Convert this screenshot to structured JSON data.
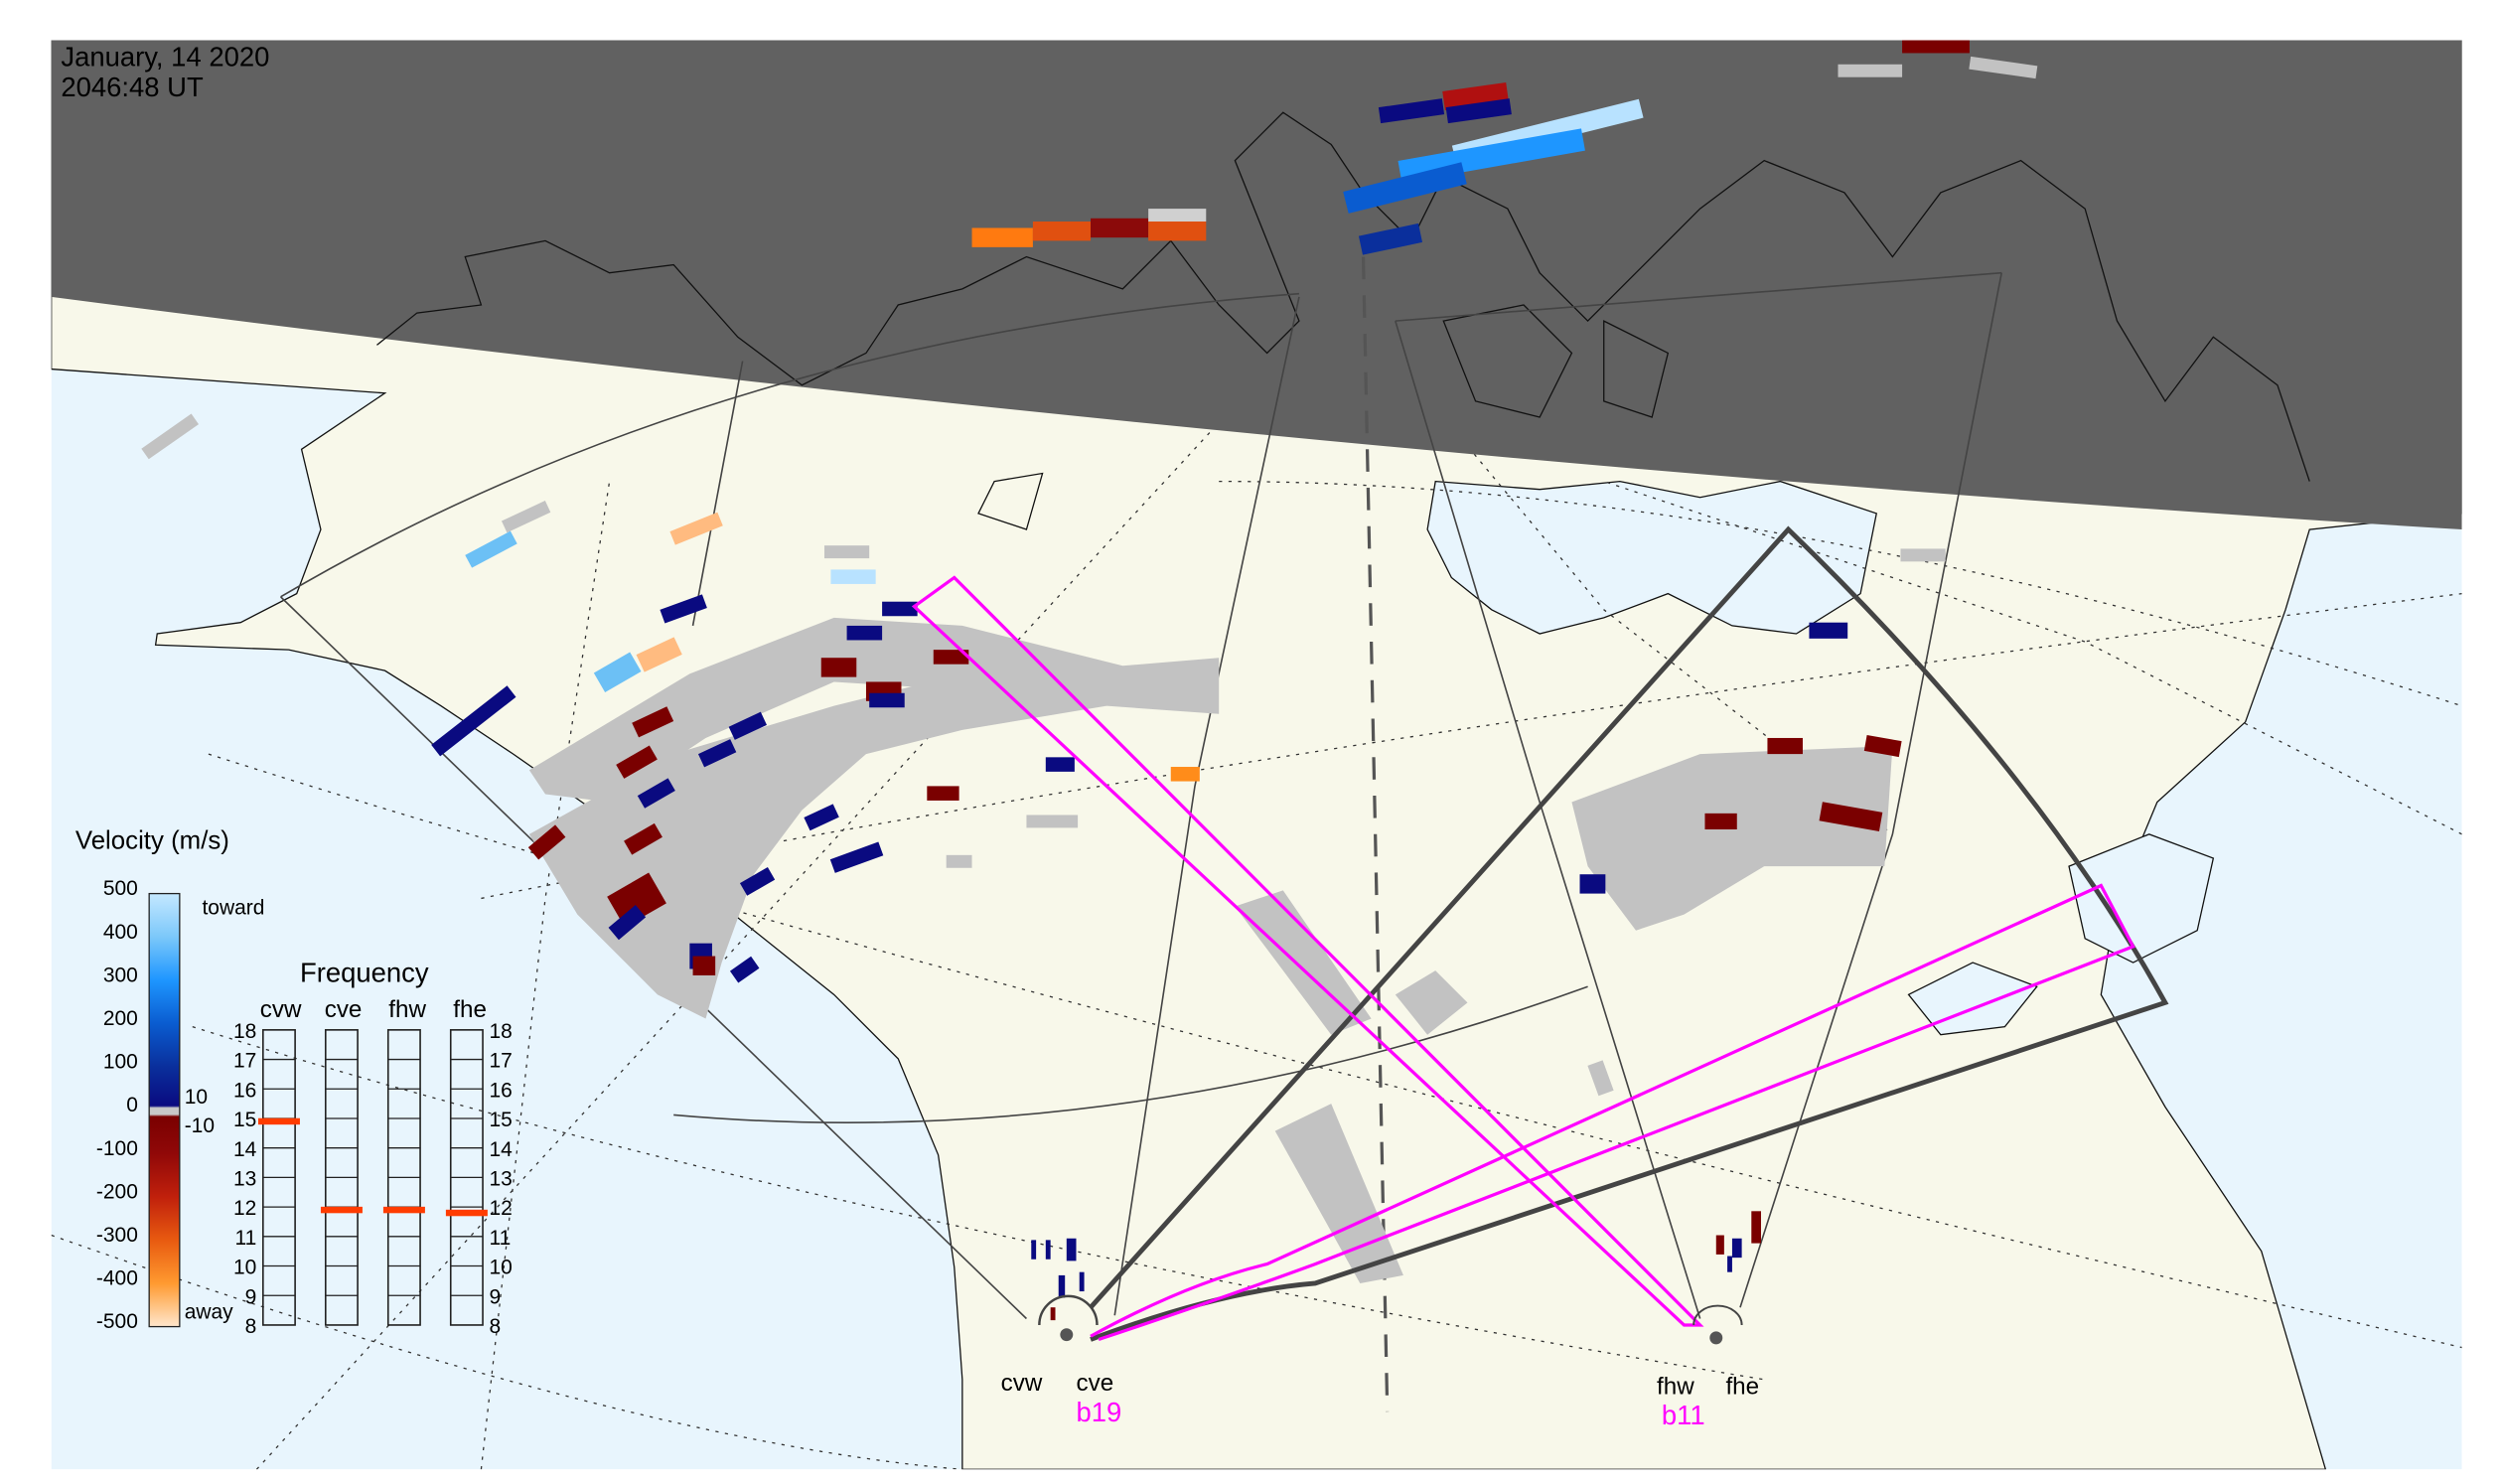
{
  "header": {
    "date": "January, 14 2020",
    "time": "2046:48 UT"
  },
  "velocity_legend": {
    "title": "Velocity (m/s)",
    "ticks": [
      "500",
      "400",
      "300",
      "200",
      "100",
      "0",
      "-100",
      "-200",
      "-300",
      "-400",
      "-500"
    ],
    "toward_label": "toward",
    "away_label": "away",
    "extra_ticks": [
      "10",
      "-10"
    ],
    "colors": {
      "toward_light": "#b8e2ff",
      "toward_mid": "#1e90ff",
      "toward_dark": "#0a0a80",
      "zero": "#c8c8c8",
      "away_dark": "#7a0000",
      "away_mid": "#e0501a",
      "away_light": "#ffe4c8"
    }
  },
  "frequency_legend": {
    "title": "Frequency",
    "radars": [
      {
        "name": "cvw",
        "freq_mhz": 14.9
      },
      {
        "name": "cve",
        "freq_mhz": 11.9
      },
      {
        "name": "fhw",
        "freq_mhz": 11.9
      },
      {
        "name": "fhe",
        "freq_mhz": 11.8
      }
    ],
    "scale": [
      "18",
      "17",
      "16",
      "15",
      "14",
      "13",
      "12",
      "11",
      "10",
      "9",
      "8"
    ],
    "range": [
      8,
      18
    ]
  },
  "radar_sites": {
    "cvw": "cvw",
    "cve": "cve",
    "fhw": "fhw",
    "fhe": "fhe",
    "beam_cve": "b19",
    "beam_fhw": "b11"
  },
  "colors": {
    "night": "#616161",
    "land": "#f8f8ea",
    "ocean": "#e8f5fd",
    "scatter_gray": "#c0c0c0",
    "beam": "#ff00ff",
    "fov": "#444444"
  }
}
